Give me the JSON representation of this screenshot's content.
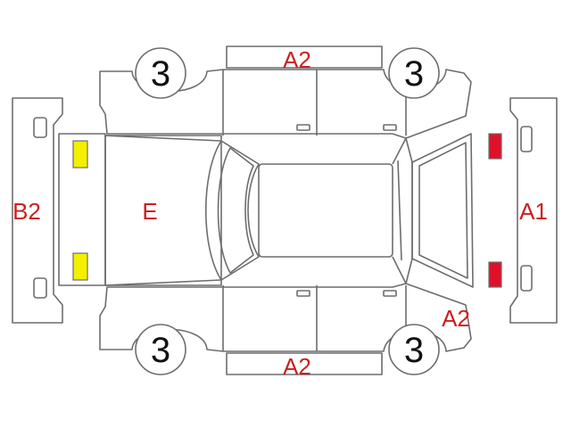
{
  "labels": {
    "a2_top": "A2",
    "a2_bottom": "A2",
    "a2_front_right": "A2",
    "a1": "A1",
    "b2": "B2",
    "e": "E"
  },
  "wheels": {
    "rear_left": "3",
    "front_left": "3",
    "rear_right": "3",
    "front_right": "3"
  },
  "colors": {
    "code_text": "#cc1f1f",
    "outline": "#6d6d6d",
    "front_lamps": "#e0102a",
    "rear_lamps": "#f4f000"
  }
}
